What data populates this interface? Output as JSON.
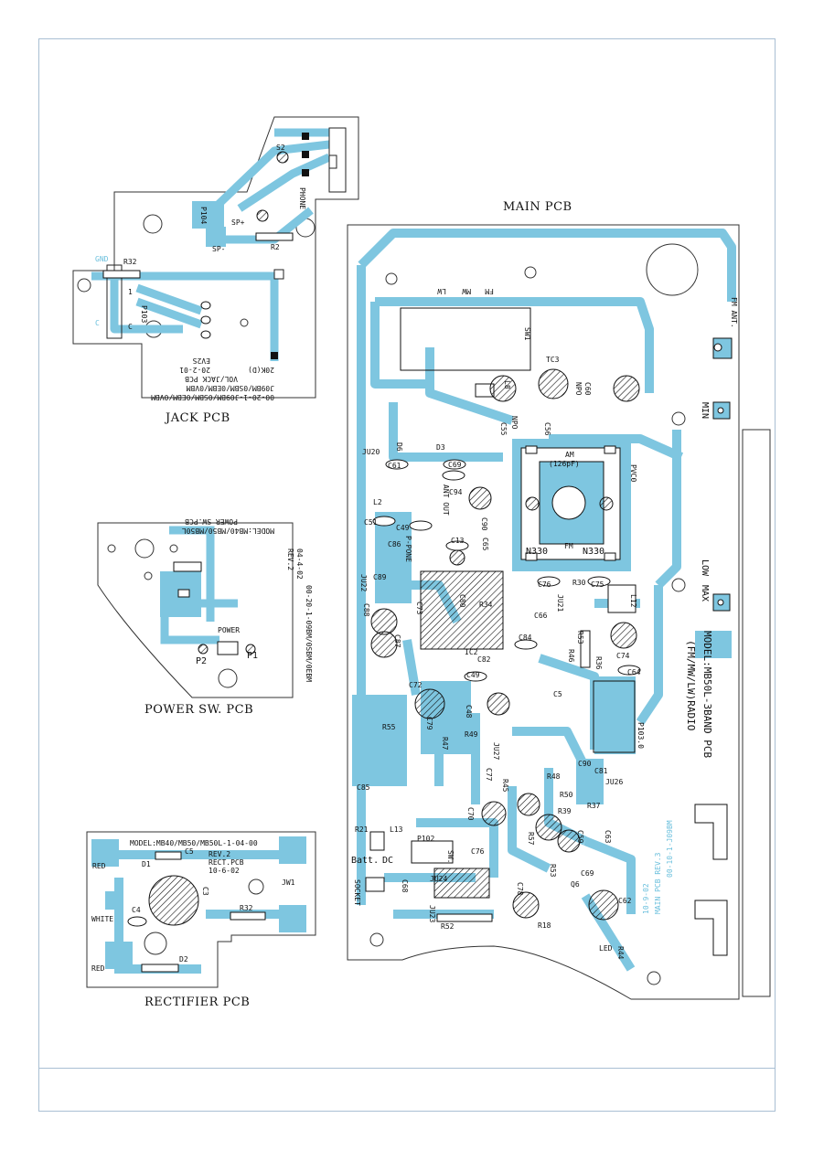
{
  "captions": {
    "jack": "JACK PCB",
    "main": "MAIN PCB",
    "power": "POWER SW. PCB",
    "rectifier": "RECTIFIER PCB"
  },
  "jack_pcb": {
    "labels": [
      "S2",
      "PHONE",
      "P104",
      "SP+",
      "SP-",
      "R2",
      "R32",
      "GND",
      "P103",
      "1",
      "C",
      "C"
    ],
    "mirrored_block": [
      "00-20-1-J09BM/0SBM/0EBM/0VBM",
      "J09BM/0SBM/0EBM/0VBM",
      "VOL/JACK PCB",
      "20-2-01",
      "EV2S",
      "20K(D)"
    ]
  },
  "power_pcb": {
    "labels": [
      "POWER",
      "P2",
      "P1"
    ],
    "mirrored_block": [
      "MODEL:MB40/MB50/MB50L",
      "POWER SW.PCB",
      "REV.2",
      "04-4-02",
      "00-20-1-09BM/0SBM/0EBM"
    ]
  },
  "rectifier_pcb": {
    "labels": [
      "MODEL:MB40/MB50/MB50L-1-04-00",
      "REV.2",
      "RECT.PCB",
      "10-6-02",
      "C5",
      "D1",
      "RED",
      "WHITE",
      "RED",
      "C4",
      "R32",
      "D2",
      "JW1",
      "C3"
    ]
  },
  "main_pcb": {
    "labels": [
      "LW",
      "MW",
      "FM",
      "SW1",
      "TC3",
      "NPO",
      "C60",
      "L8",
      "C55",
      "C56",
      "NPO",
      "AM",
      "FM ANT.",
      "MIN",
      "JU20",
      "D6",
      "D3",
      "C61",
      "C69",
      "L2",
      "ANT OUT",
      "C94",
      "C51",
      "C49",
      "C13",
      "C90",
      "JU22",
      "C86",
      "P-PONE",
      "C65",
      "C89",
      "C88",
      "C87",
      "(126pF)",
      "PVC0",
      "N330",
      "FM",
      "N330",
      "C76",
      "R30",
      "C75",
      "L12",
      "LOW",
      "MAX",
      "IC2",
      "C82",
      "R34",
      "C73",
      "C84",
      "C80",
      "C72",
      "C79",
      "C49",
      "C48",
      "R55",
      "C85",
      "R49",
      "R47",
      "C77",
      "JU27",
      "R45",
      "C70",
      "R48",
      "C90",
      "C81",
      "R50",
      "R37",
      "R39",
      "C59",
      "C63",
      "R57",
      "C69",
      "C62",
      "Q6",
      "R44",
      "R53",
      "R18",
      "R52",
      "LED",
      "R36",
      "C74",
      "C64",
      "R46",
      "R53",
      "C66",
      "C5",
      "JU21",
      "P103.0",
      "JU26",
      "L13",
      "P102",
      "SW.",
      "Batt.",
      "DC",
      "SOCKET",
      "C68",
      "JU24",
      "JU23",
      "C76",
      "C78",
      "R21"
    ],
    "model_line_1": "MODEL:MB50L-3BAND PCB",
    "model_line_2": "(FM/MW/LW)RADIO",
    "mirrored_block": [
      "00-10-1-J09BM",
      "MAIN PCB REV.3",
      "10-9-02"
    ]
  }
}
